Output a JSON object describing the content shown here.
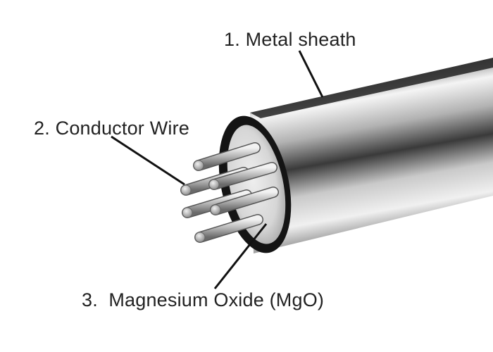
{
  "labels": {
    "sheath": "1. Metal sheath",
    "conductor": "2. Conductor Wire",
    "insulation": "3.  Magnesium Oxide (MgO)"
  },
  "colors": {
    "text": "#222222",
    "leader": "#111111",
    "sheath_dark": "#1c1c1c",
    "sheath_light": "#f2f2f2",
    "mgo": "#d9d9d9",
    "wire": "#b5b5b5"
  }
}
